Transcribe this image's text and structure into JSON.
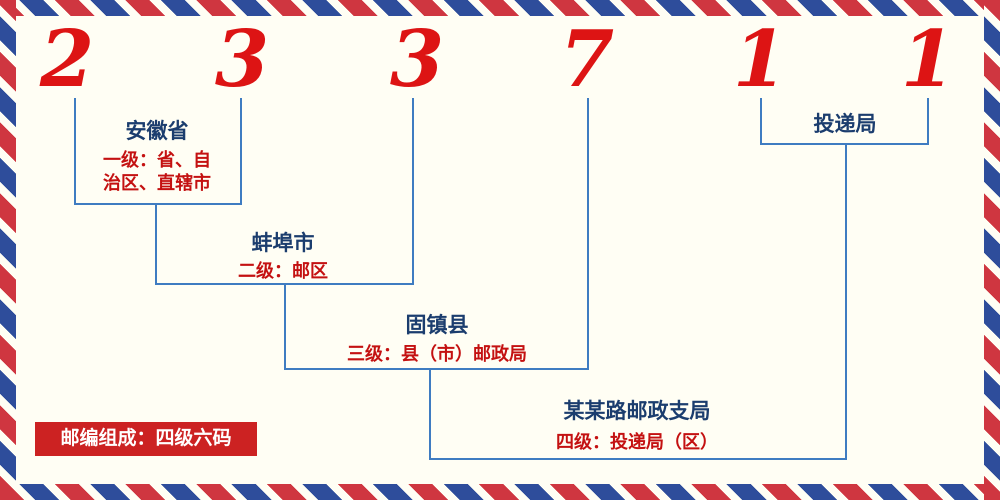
{
  "postal_code": {
    "digits": [
      "2",
      "3",
      "3",
      "7",
      "1",
      "1"
    ]
  },
  "labels": {
    "level1_name": "安徽省",
    "level1_desc_line1": "一级：省、自",
    "level1_desc_line2": "治区、直辖市",
    "level2_name": "蚌埠市",
    "level2_desc": "二级：邮区",
    "level3_name": "固镇县",
    "level3_desc": "三级：县（市）邮政局",
    "level4_station": "投递局",
    "level4_name": "某某路邮政支局",
    "level4_desc": "四级：投递局（区）"
  },
  "badge": {
    "text": "邮编组成：四级六码"
  },
  "colors": {
    "digit_red": "#dd1414",
    "line_blue": "#3f7cc1",
    "label_navy": "#1b3d6e",
    "desc_red": "#c41111",
    "badge_bg": "#cc2222",
    "stripe_red": "#cf3640",
    "stripe_blue": "#2e4d9b",
    "background": "#fffef4"
  }
}
